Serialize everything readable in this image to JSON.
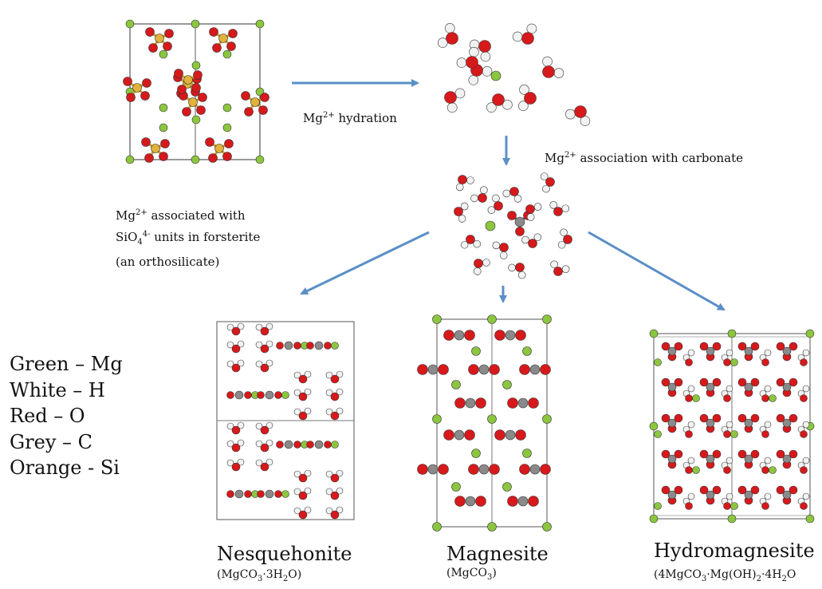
{
  "labels": {
    "hydration": {
      "pre": "Mg",
      "sup": "2+",
      "post": " hydration"
    },
    "association": {
      "pre": "Mg",
      "sup": "2+",
      "post": " association with carbonate"
    },
    "forsterite": {
      "l1_pre": "Mg",
      "l1_sup": "2+",
      "l1_post": " associated with",
      "l2_pre": "SiO",
      "l2_sub": "4",
      "l2_sup": "4-",
      "l2_post": " units in forsterite",
      "l3": "(an orthosilicate)"
    }
  },
  "minerals": [
    {
      "name": "Nesquehonite",
      "formula_parts": [
        "(MgCO",
        "3",
        "·3H",
        "2",
        "O)"
      ]
    },
    {
      "name": "Magnesite",
      "formula_parts": [
        "(MgCO",
        "3",
        ")"
      ]
    },
    {
      "name": "Hydromagnesite",
      "formula_parts": [
        "(4MgCO",
        "3",
        "·Mg(OH)",
        "2",
        "·4H",
        "2",
        "O"
      ]
    }
  ],
  "legend": [
    "Green – Mg",
    "White – H",
    "Red – O",
    "Grey – C",
    "Orange - Si"
  ],
  "colors": {
    "mg": "#8cc63f",
    "h": "#f2f2f2",
    "o": "#d7191c",
    "c": "#8a8a8a",
    "si": "#e3b23c",
    "arrow": "#5b8fc7"
  }
}
